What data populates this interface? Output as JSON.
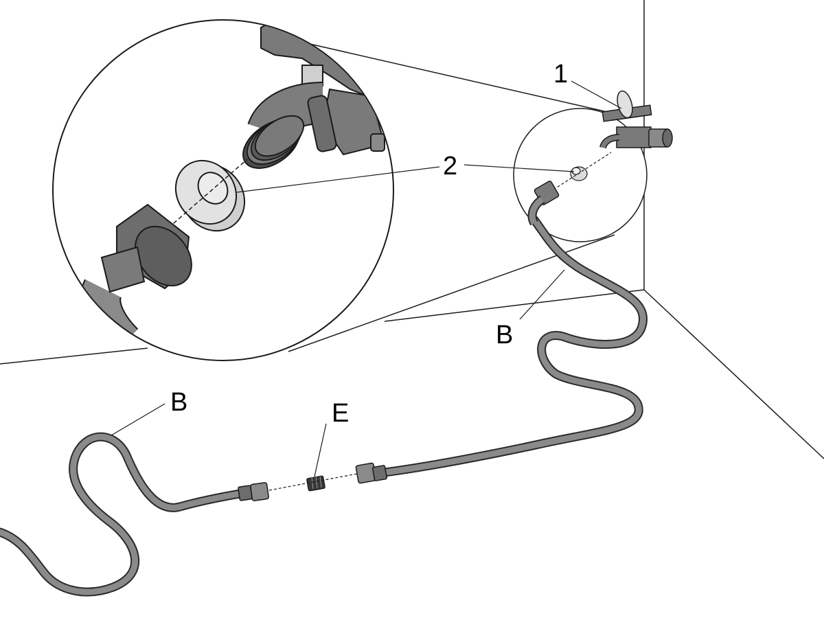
{
  "callouts": {
    "part_1": "1",
    "part_2": "2",
    "hose_upper": "B",
    "hose_lower": "B",
    "coupling": "E"
  },
  "colors": {
    "line": "#1a1a1a",
    "hose": "#8a8a8a",
    "hose_outline": "#2a2a2a",
    "metal": "#7a7a7a",
    "metal_dark": "#5a5a5a",
    "washer": "#dcdcdc",
    "background": "#ffffff"
  },
  "icons": {
    "tap": "water-tap-icon",
    "washer": "rubber-washer-icon",
    "hose_connector": "hose-nut-icon",
    "coupling": "hose-coupling-icon"
  }
}
